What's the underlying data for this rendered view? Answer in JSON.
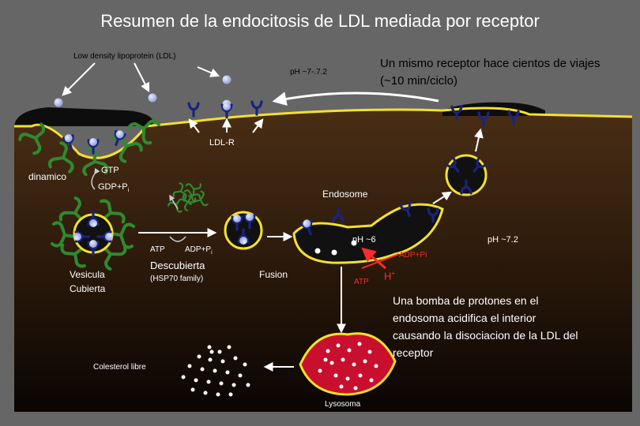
{
  "title": "Resumen de la endocitosis de LDL mediada por receptor",
  "labels": {
    "ldl": "Low density lipoprotein (LDL)",
    "ph_outside": "pH ~7-.7.2",
    "recycle_line1": "Un mismo receptor hace cientos de viajes",
    "recycle_line2": "(~10 min/ciclo)",
    "ldl_r": "LDL-R",
    "dinamico": "dinamico",
    "gtp": "GTP",
    "gdp": "GDP+P",
    "gdp_sub": "i",
    "endosome": "Endosome",
    "ph_endosome": "pH ~6",
    "ph_cytosol": "pH ~7.2",
    "atp_left": "ATP",
    "adp_left": "ADP+P",
    "adp_left_sub": "i",
    "adp_right": "ADP+Pi",
    "atp_right": "ATP",
    "h_plus": "H",
    "h_plus_sup": "+",
    "vesicula_line1": "Vesicula",
    "vesicula_line2": "Cubierta",
    "descubierta": "Descubierta",
    "hsp": "(HSP70 family)",
    "fusion": "Fusion",
    "colesterol": "Colesterol libre",
    "lisosoma": "Lysosoma",
    "pump_line1": "Una bomba de protones en el",
    "pump_line2": "endosoma acidifica el interior",
    "pump_line3": "causando la disociacion de la LDL del",
    "pump_line4": "receptor"
  },
  "colors": {
    "membrane": "#f5e12a",
    "clathrin": "#2f8a2f",
    "receptor": "#1a237e",
    "ldl_particle": "#b8c4ee",
    "lysosome": "#c8102e",
    "arrow_red": "#ff2a2a"
  },
  "icons": [
    "receptor-icon",
    "ldl-particle-icon",
    "clathrin-triskelion-icon"
  ]
}
